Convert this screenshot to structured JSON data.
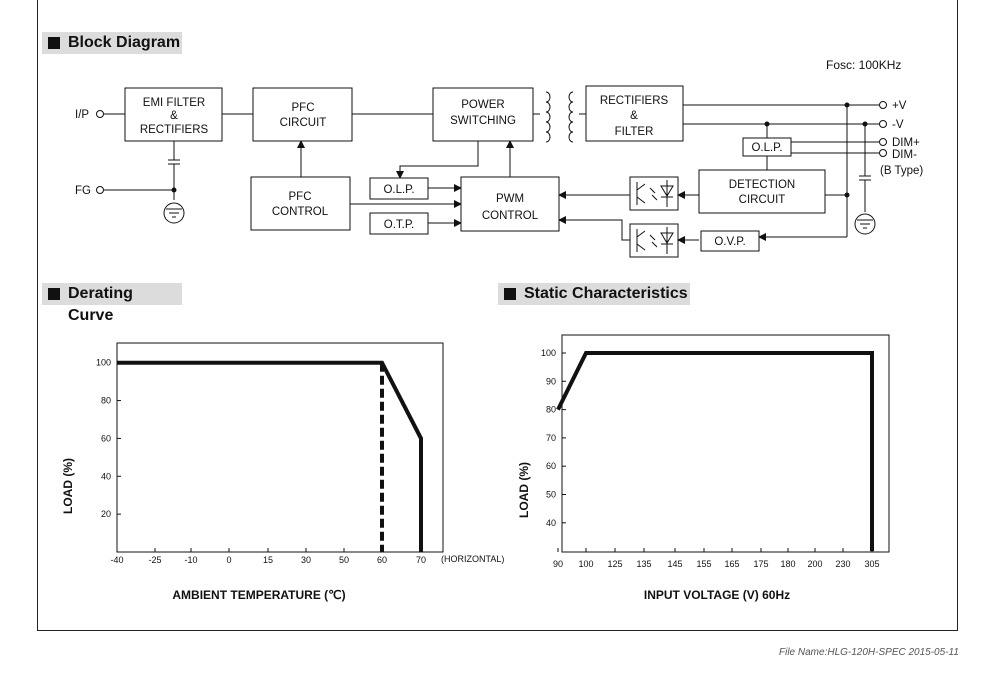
{
  "sections": {
    "block_diagram": "Block Diagram",
    "derating": "Derating Curve",
    "static": "Static Characteristics"
  },
  "block_diagram": {
    "fosc": "Fosc: 100KHz",
    "inputs": {
      "ip": "I/P",
      "fg": "FG"
    },
    "blocks": {
      "emi_filter": [
        "EMI FILTER",
        "&",
        "RECTIFIERS"
      ],
      "pfc_circuit": [
        "PFC",
        "CIRCUIT"
      ],
      "power_switching": [
        "POWER",
        "SWITCHING"
      ],
      "rectifiers_filter": [
        "RECTIFIERS",
        "&",
        "FILTER"
      ],
      "pfc_control": [
        "PFC",
        "CONTROL"
      ],
      "olp_left": "O.L.P.",
      "otp": "O.T.P.",
      "pwm_control": [
        "PWM",
        "CONTROL"
      ],
      "olp_right": "O.L.P.",
      "detection_circuit": [
        "DETECTION",
        "CIRCUIT"
      ],
      "ovp": "O.V.P."
    },
    "outputs": {
      "pos": "+V",
      "neg": "-V",
      "dim_pos": "DIM+",
      "dim_neg": "DIM-",
      "btype": "(B Type)"
    }
  },
  "chart_data": [
    {
      "type": "line",
      "title": "",
      "xlabel": "AMBIENT TEMPERATURE (℃)",
      "ylabel": "LOAD (%)",
      "x_ticks": [
        "-40",
        "-25",
        "-10",
        "0",
        "15",
        "30",
        "50",
        "60",
        "70"
      ],
      "x_tick_suffix": "(HORIZONTAL)",
      "y_ticks": [
        "20",
        "40",
        "60",
        "80",
        "100"
      ],
      "series": [
        {
          "style": "solid",
          "points": [
            [
              -40,
              100
            ],
            [
              60,
              100
            ],
            [
              70,
              60
            ],
            [
              70,
              0
            ]
          ]
        },
        {
          "style": "dashed",
          "points": [
            [
              60,
              100
            ],
            [
              60,
              0
            ]
          ]
        }
      ]
    },
    {
      "type": "line",
      "title": "",
      "xlabel": "INPUT VOLTAGE (V) 60Hz",
      "ylabel": "LOAD (%)",
      "x_ticks": [
        "90",
        "100",
        "125",
        "135",
        "145",
        "155",
        "165",
        "175",
        "180",
        "200",
        "230",
        "305"
      ],
      "y_ticks": [
        "40",
        "50",
        "60",
        "70",
        "80",
        "90",
        "100"
      ],
      "series": [
        {
          "style": "solid",
          "points": [
            [
              90,
              80
            ],
            [
              100,
              100
            ],
            [
              305,
              100
            ],
            [
              305,
              30
            ]
          ]
        }
      ]
    }
  ],
  "footer": "File Name:HLG-120H-SPEC   2015-05-11"
}
